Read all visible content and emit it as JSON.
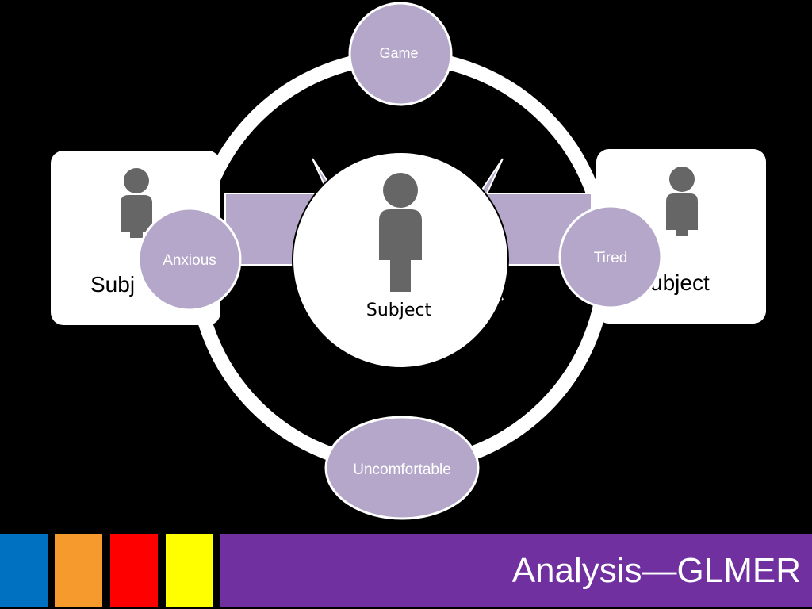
{
  "slide": {
    "title": "Analysis—GLMER"
  },
  "diagram": {
    "top_node": "Game",
    "bottom_node": "Uncomfortable",
    "left_node": "Anxious",
    "right_node": "Tired",
    "center_label": "Subject",
    "left_card_label": "Subj",
    "right_card_label": "ubject"
  },
  "colors": {
    "background": "#000000",
    "node_fill": "#b4a7c9",
    "arrow_fill": "#b4a7c9",
    "person_icon": "#666666",
    "footer_bar": "#7030a0",
    "swatch_blue": "#0070c0",
    "swatch_orange": "#f79a2e",
    "swatch_red": "#ff0000",
    "swatch_yellow": "#ffff00"
  }
}
